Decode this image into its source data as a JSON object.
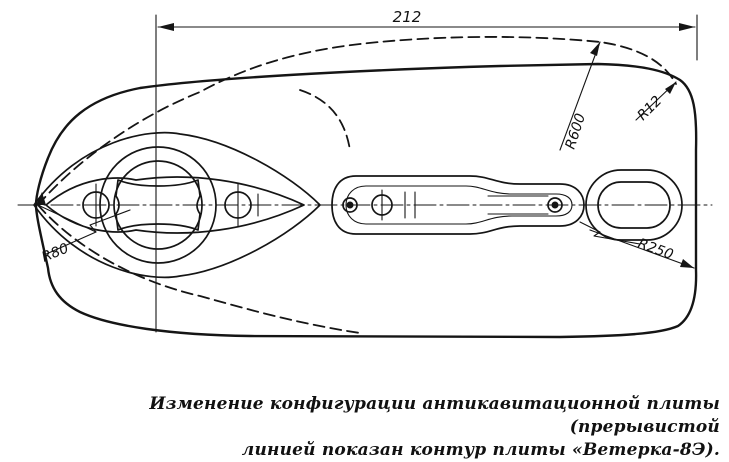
{
  "dimensions": {
    "length": "212",
    "radius_tail": "R600",
    "radius_corner": "R12",
    "radius_side": "R250",
    "radius_nose": "R80"
  },
  "caption": {
    "line1": "Изменение конфигурации антикавитационной плиты (прерывистой",
    "line2": "линией показан контур плиты «Ветерка-8Э)."
  }
}
